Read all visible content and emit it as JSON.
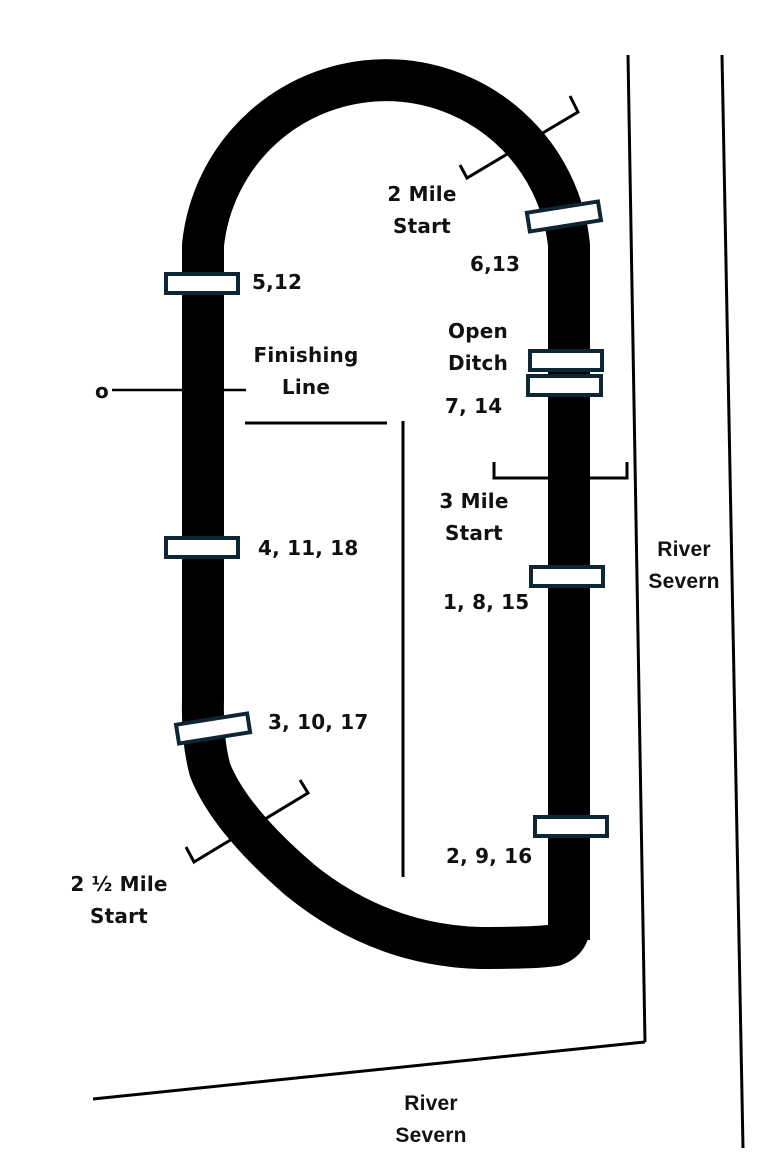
{
  "map": {
    "title": "Racecourse layout",
    "colors": {
      "track": "#000000",
      "fence_border": "#0d2633",
      "fence_fill": "#ffffff",
      "line": "#000000",
      "text": "#111111"
    },
    "labels": {
      "two_mile_start": [
        "2 Mile",
        "Start"
      ],
      "finishing_line": [
        "Finishing",
        "Line"
      ],
      "open_ditch": [
        "Open",
        "Ditch"
      ],
      "three_mile_start": [
        "3 Mile",
        "Start"
      ],
      "two_half_mile_start": [
        "2 ½  Mile",
        "Start"
      ],
      "river_east": [
        "River",
        "Severn"
      ],
      "river_south": [
        "River",
        "Severn"
      ],
      "winning_post_marker": "o"
    },
    "fences": [
      {
        "id": "fence-5-12",
        "jumps": "5,12"
      },
      {
        "id": "fence-6-13",
        "jumps": "6,13"
      },
      {
        "id": "fence-7-14-open-ditch",
        "jumps": "7, 14"
      },
      {
        "id": "fence-4-11-18",
        "jumps": "4, 11, 18"
      },
      {
        "id": "fence-1-8-15",
        "jumps": "1, 8, 15"
      },
      {
        "id": "fence-3-10-17",
        "jumps": "3, 10, 17"
      },
      {
        "id": "fence-2-9-16",
        "jumps": "2, 9, 16"
      }
    ]
  }
}
